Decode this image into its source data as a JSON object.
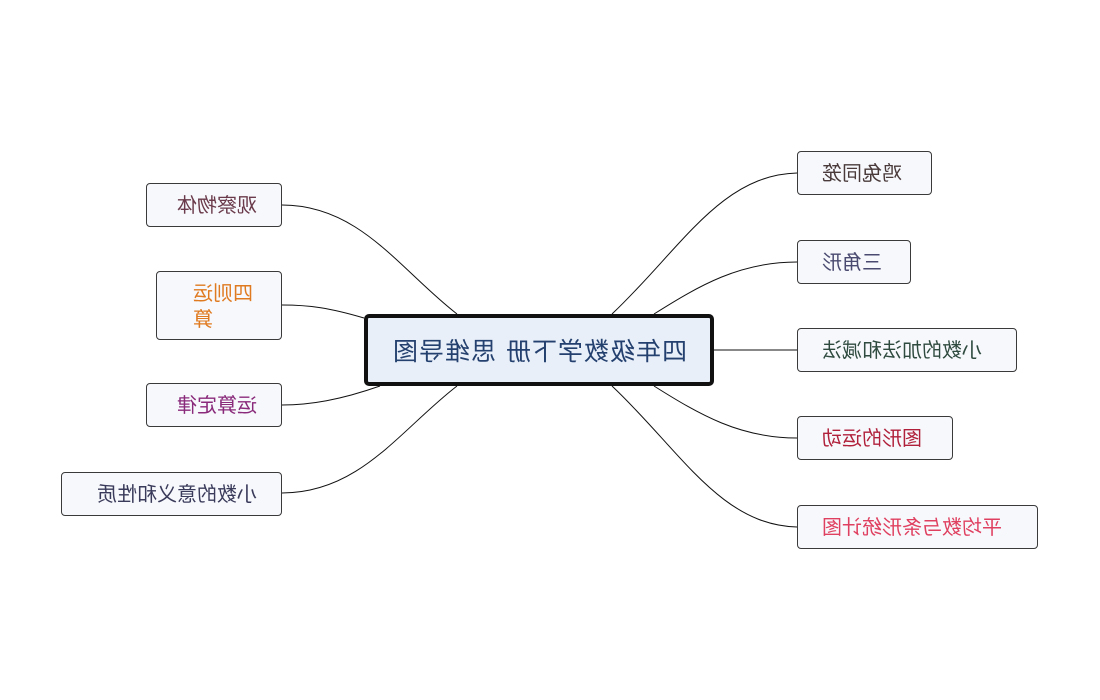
{
  "central": {
    "label": "四年级数学下册 思维导图",
    "color": "#24406e"
  },
  "branches": [
    {
      "id": "jitu",
      "label": "鸡兔同笼",
      "color": "#4a3a3a",
      "side": "right"
    },
    {
      "id": "sanjiao",
      "label": "三角形",
      "color": "#4a4a70",
      "side": "right"
    },
    {
      "id": "xiaoshujj",
      "label": "小数的加法和减法",
      "color": "#2f4a3f",
      "side": "right"
    },
    {
      "id": "tuxing",
      "label": "图形的运动",
      "color": "#b0203a",
      "side": "right"
    },
    {
      "id": "pingjun",
      "label": "平均数与条形统计图",
      "color": "#e04060",
      "side": "right"
    },
    {
      "id": "guancha",
      "label": "观察物体",
      "color": "#6a3a4a",
      "side": "left"
    },
    {
      "id": "sizeyun",
      "label": "四则运算",
      "color": "#e07a20",
      "side": "left"
    },
    {
      "id": "dinglv",
      "label": "运算定律",
      "color": "#8a2a7a",
      "side": "left"
    },
    {
      "id": "yiyi",
      "label": "小数的意义和性质",
      "color": "#3a3a5a",
      "side": "left"
    }
  ]
}
